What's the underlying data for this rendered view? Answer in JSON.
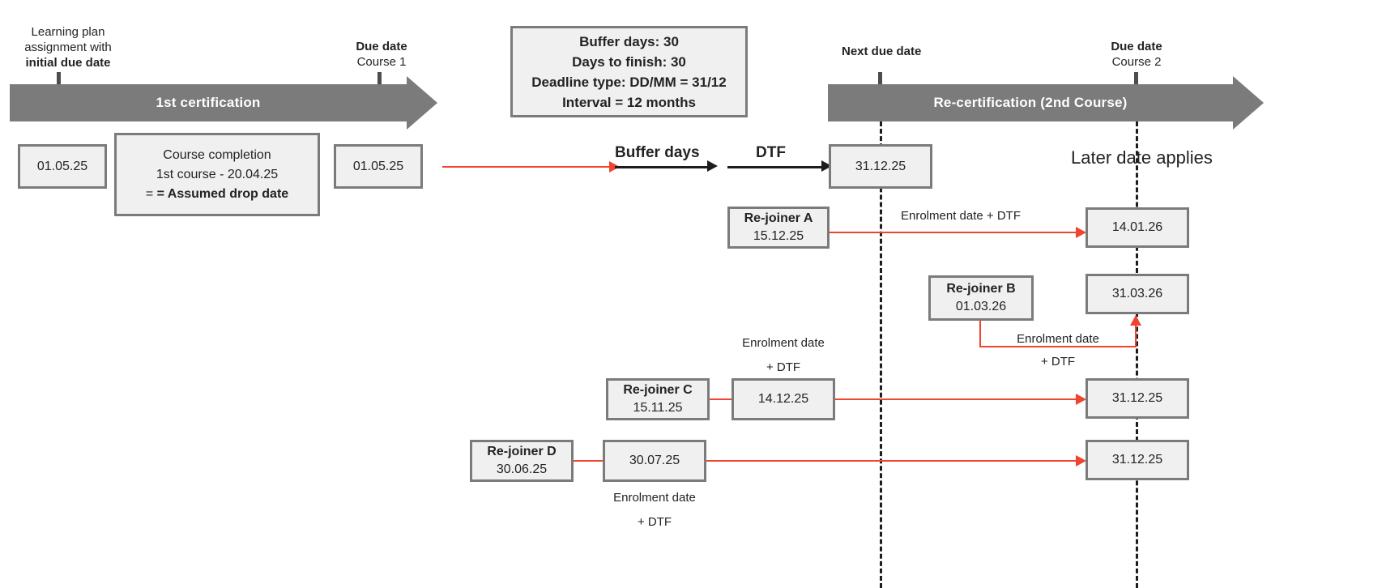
{
  "timelines": [
    {
      "id": "first-certification",
      "label": "1st certification"
    },
    {
      "id": "re-certification",
      "label": "Re-certification (2nd Course)"
    }
  ],
  "annotations": {
    "learning_plan_l1": "Learning plan",
    "learning_plan_l2": "assignment with",
    "learning_plan_l3": "initial due date",
    "due_date_c1_l1": "Due date",
    "due_date_c1_l2": "Course 1",
    "next_due_date": "Next due date",
    "due_date_c2_l1": "Due date",
    "due_date_c2_l2": "Course 2",
    "later_date_applies": "Later date applies",
    "buffer_days_label": "Buffer days",
    "dtf_label": "DTF",
    "enrolment_plus_dtf_inline": "Enrolment date + DTF",
    "enrolment_date_l1": "Enrolment date",
    "enrolment_date_l2": "+ DTF"
  },
  "info_box": {
    "line1": "Buffer days: 30",
    "line2": "Days to finish: 30",
    "line3": "Deadline type: DD/MM = 31/12",
    "line4": "Interval = 12 months"
  },
  "boxes": {
    "initial_due_date": "01.05.25",
    "course_completion_l1": "Course completion",
    "course_completion_l2": "1st course - 20.04.25",
    "course_completion_l3": "= Assumed drop date",
    "due_date_course1": "01.05.25",
    "next_due_date_value": "31.12.25",
    "rejoiner_a_name": "Re-joiner A",
    "rejoiner_a_date": "15.12.25",
    "rejoiner_a_result": "14.01.26",
    "rejoiner_b_name": "Re-joiner B",
    "rejoiner_b_date": "01.03.26",
    "rejoiner_b_result": "31.03.26",
    "rejoiner_c_name": "Re-joiner C",
    "rejoiner_c_date": "15.11.25",
    "rejoiner_c_mid": "14.12.25",
    "rejoiner_c_result": "31.12.25",
    "rejoiner_d_name": "Re-joiner D",
    "rejoiner_d_date": "30.06.25",
    "rejoiner_d_mid": "30.07.25",
    "rejoiner_d_result": "31.12.25"
  },
  "colors": {
    "timeline_grey": "#7b7b7b",
    "box_fill": "#f0f0f0",
    "box_border": "#7b7b7b",
    "connector_red": "#f0442f",
    "connector_black": "#1d1d1d",
    "text": "#232323"
  }
}
